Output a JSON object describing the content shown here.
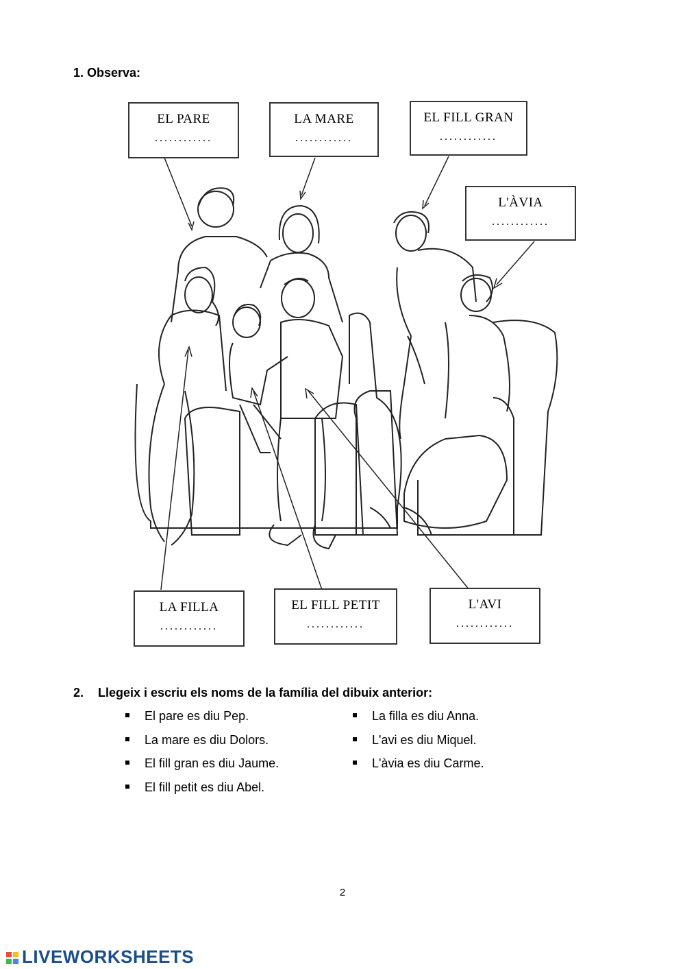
{
  "section1": {
    "title": "1. Observa:"
  },
  "labels": {
    "pare": "EL PARE",
    "mare": "LA MARE",
    "fill_gran": "EL FILL GRAN",
    "avia": "L'ÀVIA",
    "filla": "LA FILLA",
    "fill_petit": "EL FILL PETIT",
    "avi": "L'AVI",
    "dots": "............"
  },
  "section2": {
    "number": "2.",
    "title": "Llegeix i escriu els noms de la família del dibuix anterior:",
    "left_items": [
      "El pare es diu Pep.",
      "La mare es diu Dolors.",
      "El fill gran es diu Jaume.",
      "El fill petit es diu Abel."
    ],
    "right_items": [
      "La filla es diu Anna.",
      "L'avi es diu Miquel.",
      "L'àvia es diu Carme."
    ]
  },
  "footer": {
    "page_number": "2",
    "brand": "LIVEWORKSHEETS"
  },
  "colors": {
    "brand": "#1a4e8a"
  }
}
